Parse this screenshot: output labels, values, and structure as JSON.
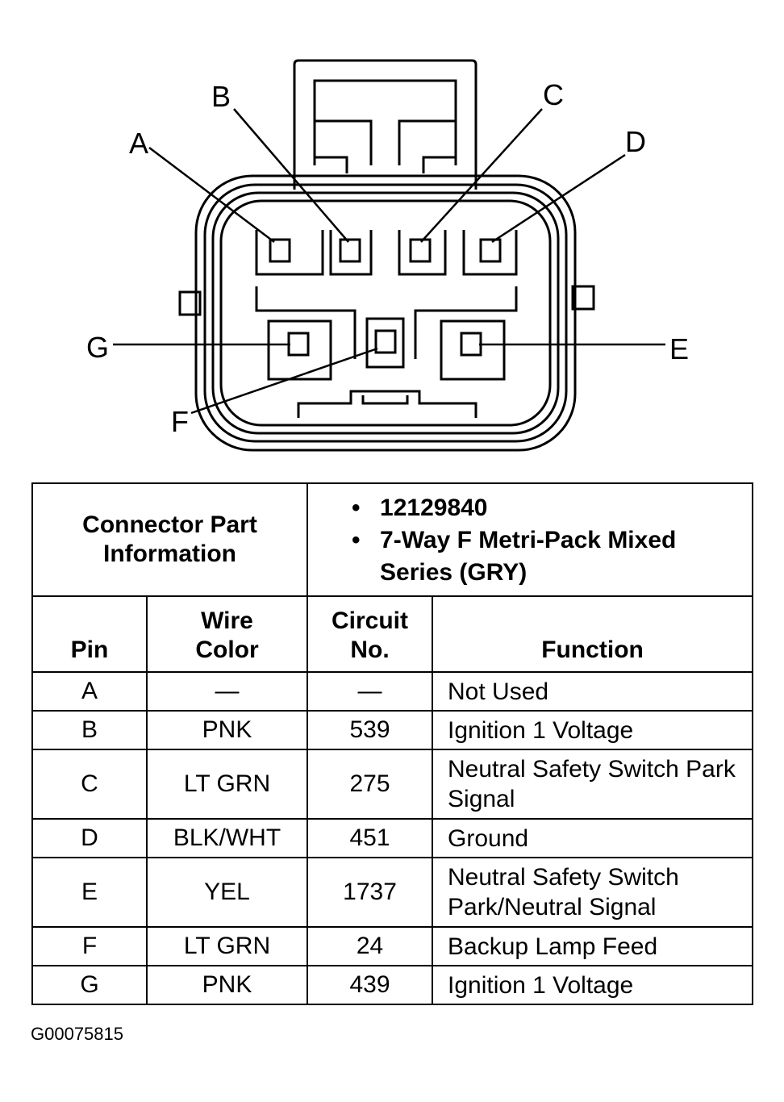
{
  "diagram": {
    "pin_labels": {
      "A": "A",
      "B": "B",
      "C": "C",
      "D": "D",
      "E": "E",
      "F": "F",
      "G": "G"
    }
  },
  "connector_info": {
    "label": "Connector Part Information",
    "items": [
      "12129840",
      "7-Way F Metri-Pack Mixed Series (GRY)"
    ]
  },
  "table": {
    "headers": {
      "pin": "Pin",
      "wire_color": "Wire Color",
      "circuit": "Circuit No.",
      "function": "Function"
    },
    "rows": [
      {
        "pin": "A",
        "wire_color": "—",
        "circuit": "—",
        "function": "Not Used"
      },
      {
        "pin": "B",
        "wire_color": "PNK",
        "circuit": "539",
        "function": "Ignition 1 Voltage"
      },
      {
        "pin": "C",
        "wire_color": "LT GRN",
        "circuit": "275",
        "function": "Neutral Safety Switch Park Signal"
      },
      {
        "pin": "D",
        "wire_color": "BLK/WHT",
        "circuit": "451",
        "function": "Ground"
      },
      {
        "pin": "E",
        "wire_color": "YEL",
        "circuit": "1737",
        "function": "Neutral Safety Switch Park/Neutral Signal"
      },
      {
        "pin": "F",
        "wire_color": "LT GRN",
        "circuit": "24",
        "function": "Backup Lamp Feed"
      },
      {
        "pin": "G",
        "wire_color": "PNK",
        "circuit": "439",
        "function": "Ignition 1 Voltage"
      }
    ]
  },
  "figure_id": "G00075815"
}
